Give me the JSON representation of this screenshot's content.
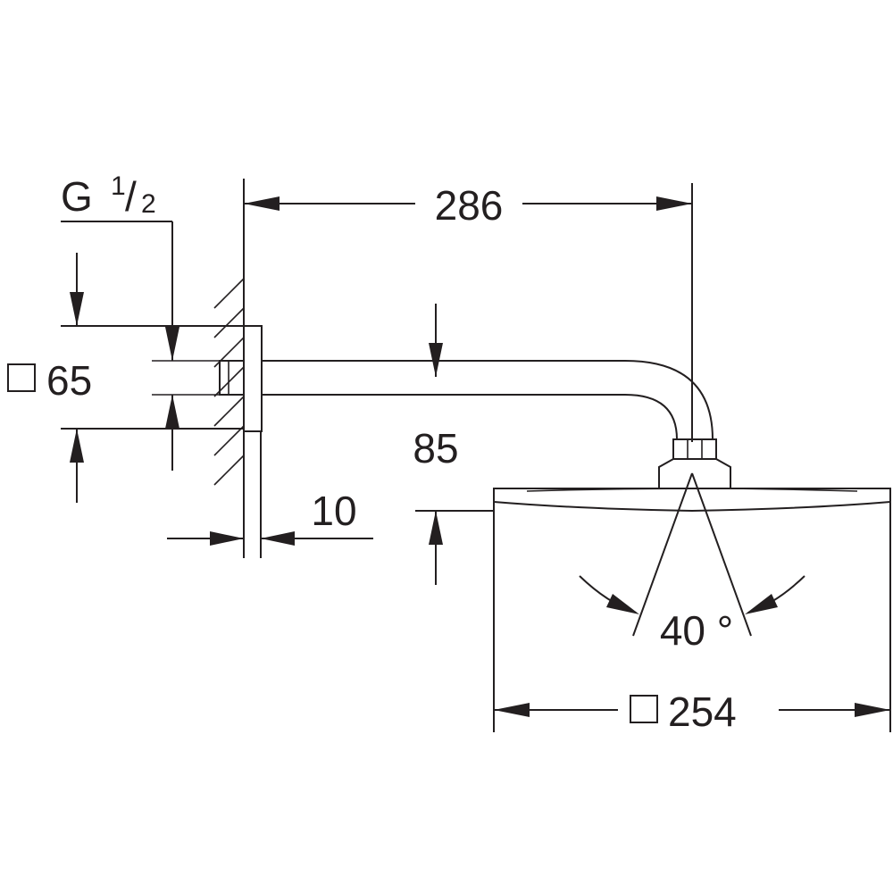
{
  "dimensions": {
    "thread_g": "G",
    "thread_num": "1",
    "thread_slash": "/",
    "thread_den": "2",
    "flange_square": "65",
    "arm_length": "286",
    "arm_drop": "85",
    "wall_gap": "10",
    "spray_angle": "40 °",
    "head_square": "254"
  },
  "colors": {
    "line": "#231f20",
    "background": "#ffffff"
  },
  "icons": {
    "square_symbol": "square-outline-icon"
  }
}
